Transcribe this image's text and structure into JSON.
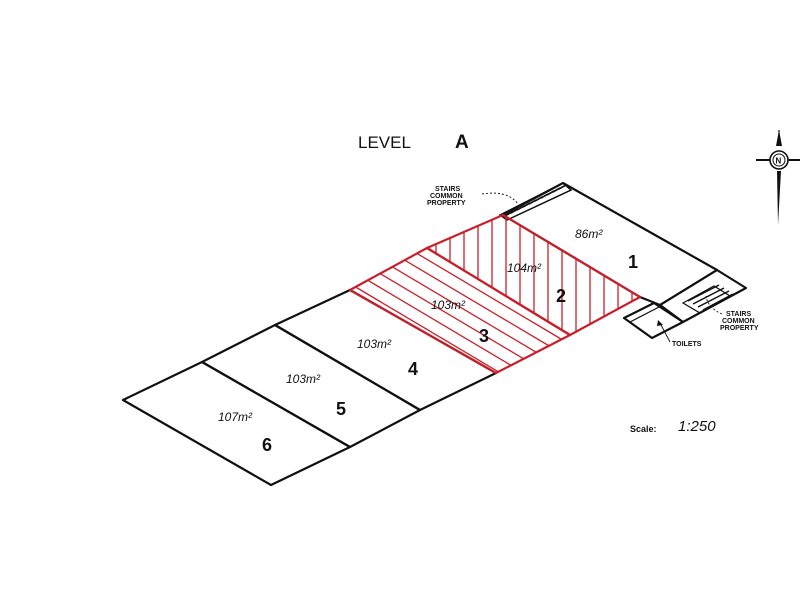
{
  "level": {
    "label": "LEVEL",
    "letter": "A"
  },
  "units": [
    {
      "number": "1",
      "area": "86m²"
    },
    {
      "number": "2",
      "area": "104m²"
    },
    {
      "number": "3",
      "area": "103m²"
    },
    {
      "number": "4",
      "area": "103m²"
    },
    {
      "number": "5",
      "area": "103m²"
    },
    {
      "number": "6",
      "area": "107m²"
    }
  ],
  "annotations": {
    "stairs_top": [
      "STAIRS",
      "COMMON",
      "PROPERTY"
    ],
    "stairs_right": [
      "STAIRS",
      "COMMON",
      "PROPERTY"
    ],
    "toilets": "TOILETS"
  },
  "scale": {
    "label": "Scale:",
    "value": "1:250"
  },
  "north": {
    "letter": "N"
  },
  "colors": {
    "highlight": "#c8202a",
    "ink": "#111111"
  }
}
